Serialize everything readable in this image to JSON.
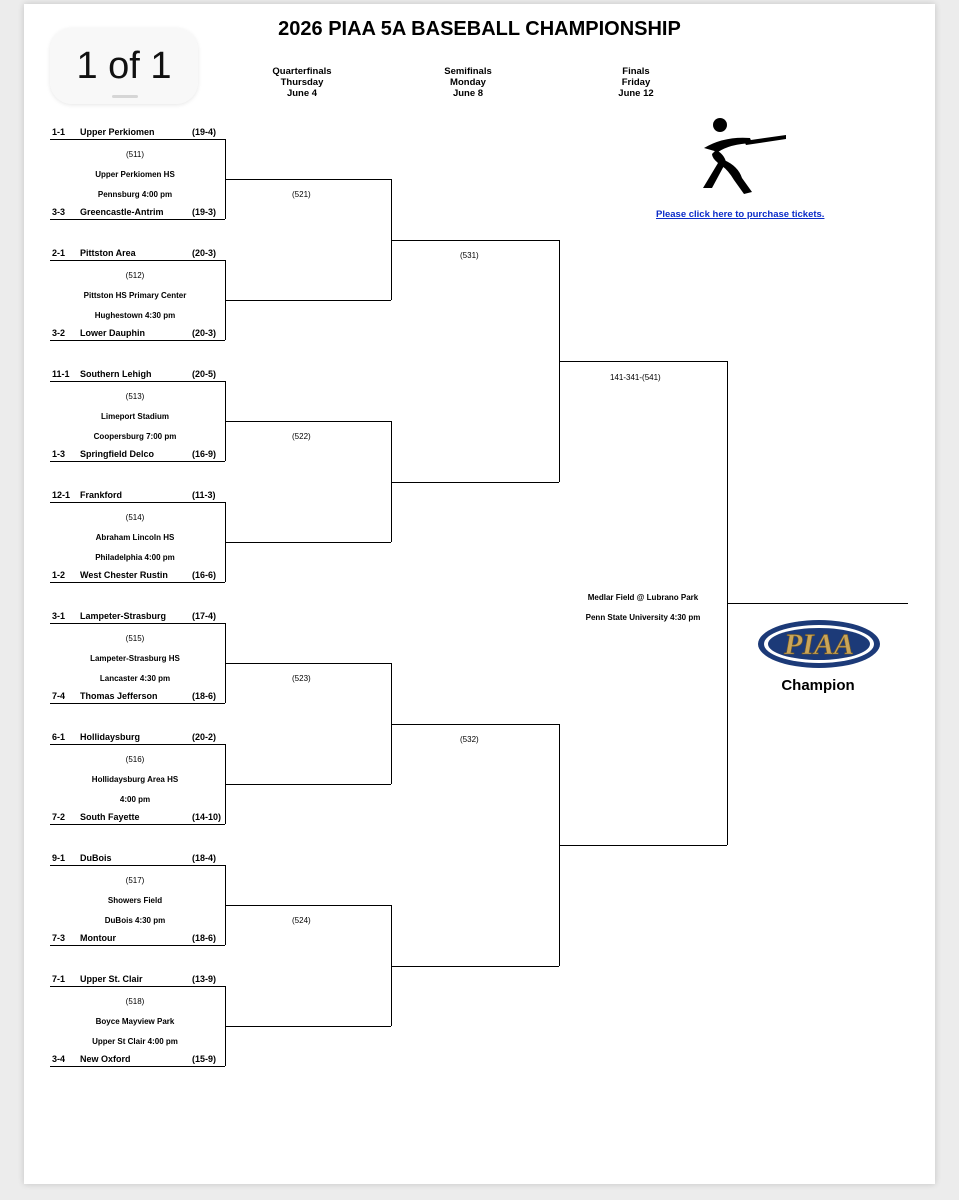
{
  "pager": "1 of 1",
  "title": "2026 PIAA 5A BASEBALL CHAMPIONSHIP",
  "rounds": [
    {
      "name": "Quarterfinals",
      "day": "Thursday",
      "date": "June 4"
    },
    {
      "name": "Semifinals",
      "day": "Monday",
      "date": "June 8"
    },
    {
      "name": "Finals",
      "day": "Friday",
      "date": "June 12"
    }
  ],
  "tickets_link": "Please click here to purchase tickets.",
  "champion_label": "Champion",
  "logo_text": "PIAA",
  "colors": {
    "link": "#0b2cc8",
    "logo_navy": "#1c3a78",
    "logo_gold": "#c9a55a"
  },
  "icons": [
    "baseball-batter-icon",
    "piaa-logo"
  ],
  "first_round": [
    {
      "top": {
        "seed": "1-1",
        "team": "Upper Perkiomen",
        "record": "(19-4)"
      },
      "bottom": {
        "seed": "3-3",
        "team": "Greencastle-Antrim",
        "record": "(19-3)"
      },
      "game": "(511)",
      "site": "Upper Perkiomen HS",
      "time": "Pennsburg 4:00 pm"
    },
    {
      "top": {
        "seed": "2-1",
        "team": "Pittston Area",
        "record": "(20-3)"
      },
      "bottom": {
        "seed": "3-2",
        "team": "Lower Dauphin",
        "record": "(20-3)"
      },
      "game": "(512)",
      "site": "Pittston HS Primary Center",
      "time": "Hughestown 4:30 pm"
    },
    {
      "top": {
        "seed": "11-1",
        "team": "Southern Lehigh",
        "record": "(20-5)"
      },
      "bottom": {
        "seed": "1-3",
        "team": "Springfield Delco",
        "record": "(16-9)"
      },
      "game": "(513)",
      "site": "Limeport Stadium",
      "time": "Coopersburg 7:00 pm"
    },
    {
      "top": {
        "seed": "12-1",
        "team": "Frankford",
        "record": "(11-3)"
      },
      "bottom": {
        "seed": "1-2",
        "team": "West Chester Rustin",
        "record": "(16-6)"
      },
      "game": "(514)",
      "site": "Abraham Lincoln HS",
      "time": "Philadelphia 4:00 pm"
    },
    {
      "top": {
        "seed": "3-1",
        "team": "Lampeter-Strasburg",
        "record": "(17-4)"
      },
      "bottom": {
        "seed": "7-4",
        "team": "Thomas Jefferson",
        "record": "(18-6)"
      },
      "game": "(515)",
      "site": "Lampeter-Strasburg HS",
      "time": "Lancaster  4:30 pm"
    },
    {
      "top": {
        "seed": "6-1",
        "team": "Hollidaysburg",
        "record": "(20-2)"
      },
      "bottom": {
        "seed": "7-2",
        "team": "South Fayette",
        "record": "(14-10)"
      },
      "game": "(516)",
      "site": "Hollidaysburg Area HS",
      "time": "4:00 pm"
    },
    {
      "top": {
        "seed": "9-1",
        "team": "DuBois",
        "record": "(18-4)"
      },
      "bottom": {
        "seed": "7-3",
        "team": "Montour",
        "record": "(18-6)"
      },
      "game": "(517)",
      "site": "Showers Field",
      "time": "DuBois 4:30 pm"
    },
    {
      "top": {
        "seed": "7-1",
        "team": "Upper St. Clair",
        "record": "(13-9)"
      },
      "bottom": {
        "seed": "3-4",
        "team": "New Oxford",
        "record": "(15-9)"
      },
      "game": "(518)",
      "site": "Boyce Mayview Park",
      "time": "Upper St Clair 4:00 pm"
    }
  ],
  "quarterfinals": [
    {
      "game": "(521)"
    },
    {
      "game": "(522)"
    },
    {
      "game": "(523)"
    },
    {
      "game": "(524)"
    }
  ],
  "semifinals": [
    {
      "game": "(531)"
    },
    {
      "game": "(532)"
    }
  ],
  "final": {
    "game": "141-341-(541)",
    "site": "Medlar Field @ Lubrano Park",
    "time": "Penn State University 4:30 pm"
  }
}
